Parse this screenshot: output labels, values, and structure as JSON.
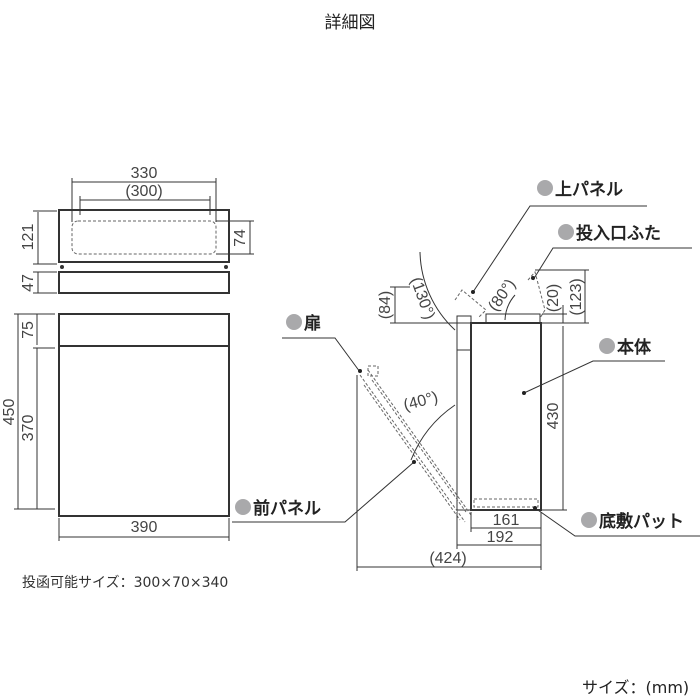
{
  "title": "詳細図",
  "top_view": {
    "width": "330",
    "slot_width": "(300)",
    "height": "121",
    "slot_height": "74",
    "base_height": "47"
  },
  "front_view": {
    "total_height": "450",
    "panel_height": "370",
    "top_height": "75",
    "width": "390"
  },
  "side_view": {
    "labels": {
      "top_panel": "上パネル",
      "slot_lid": "投入口ふた",
      "door": "扉",
      "body": "本体",
      "front_panel": "前パネル",
      "bottom_pad": "底敷パット"
    },
    "dims": {
      "lid_open_height": "(84)",
      "door_angle": "(130°)",
      "lid_angle": "(80°)",
      "lid_small": "(20)",
      "lid_total": "(123)",
      "door_open_angle": "(40°)",
      "body_height": "430",
      "inner_depth": "161",
      "depth": "192",
      "open_depth": "(424)"
    }
  },
  "notes": {
    "insert_size": "投函可能サイズ：300×70×340",
    "unit": "サイズ：(mm)"
  },
  "colors": {
    "bullet": "#a9a9ab",
    "line": "#333333"
  }
}
